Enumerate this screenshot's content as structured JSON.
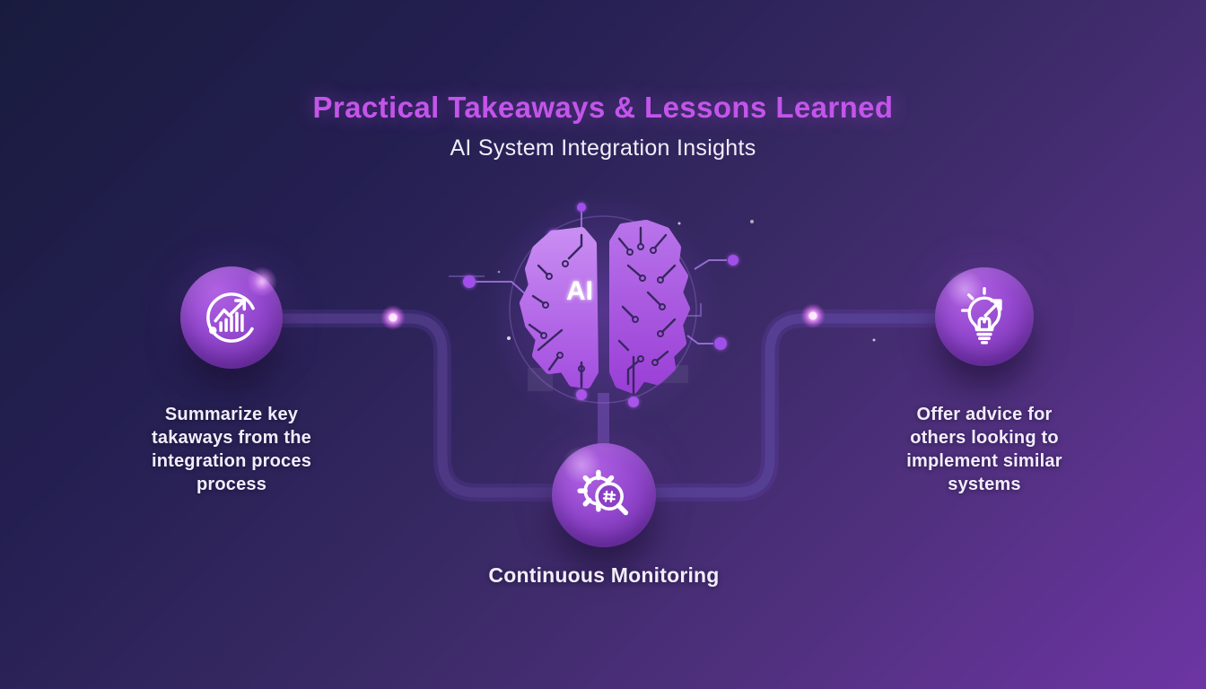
{
  "header": {
    "title": "Practical Takeaways & Lessons Learned",
    "subtitle": "AI System Integration Insights"
  },
  "center_motif": {
    "ai_label": "AI",
    "icon": "ai-brain-circuit-icon"
  },
  "nodes": [
    {
      "id": "summarize-takeaways",
      "icon": "trend-chart-icon",
      "caption_lines": [
        "Summarize key",
        "takaways from the",
        "integration proces",
        "process"
      ]
    },
    {
      "id": "continuous-monitoring",
      "icon": "gear-magnifier-icon",
      "caption_lines": [
        "Continuous Monitoring"
      ]
    },
    {
      "id": "offer-advice",
      "icon": "lightbulb-arrow-icon",
      "caption_lines": [
        "Offer advice for",
        "others looking to",
        "implement similar",
        "systems"
      ]
    }
  ],
  "colors": {
    "background_start": "#191b3e",
    "background_end": "#6d35a4",
    "title_accent": "#c355ea",
    "body_text": "#f2edfa",
    "node_gradient_top": "#b062e2",
    "node_gradient_bottom": "#7330a8",
    "connector": "#4d3884",
    "glow_dot": "#e879f9",
    "brain_light": "#c98df2",
    "brain_dark": "#9a3fd6",
    "circuit_trace": "#372760"
  }
}
